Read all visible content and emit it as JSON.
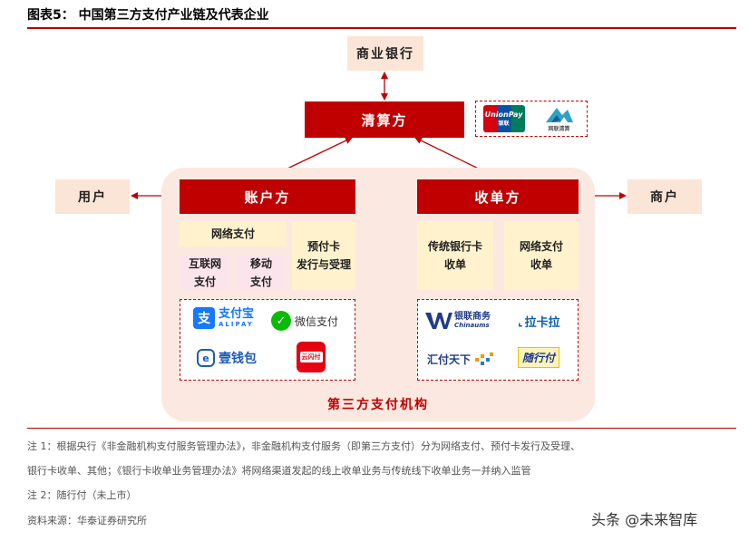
{
  "title": "图表5：  中国第三方支付产业链及代表企业",
  "nodes": {
    "commercial_bank": "商业银行",
    "clearing": "清算方",
    "user": "用户",
    "account_party": "账户方",
    "acquiring_party": "收单方",
    "merchant": "商户",
    "network_payment": "网络支付",
    "internet_payment": "互联网\n支付",
    "mobile_payment": "移动\n支付",
    "prepaid_card": "预付卡\n发行与受理",
    "traditional_bank_acq": "传统银行卡\n收单",
    "network_payment_acq": "网络支付\n收单",
    "third_party_org": "第三方支付机构"
  },
  "logos": {
    "unionpay_en": "UnionPay",
    "unionpay_cn": "银联",
    "netsunion_cn": "网联清算",
    "alipay_cn": "支付宝",
    "alipay_en": "ALIPAY",
    "wechat_pay": "微信支付",
    "yiqianbao": "壹钱包",
    "yunshanfu": "云闪付",
    "chinaums_cn": "银联商务",
    "chinaums_en": "Chinaums",
    "lakala": "拉卡拉",
    "huifutianxia": "汇付天下",
    "suixingfu": "随行付"
  },
  "notes": {
    "note1_line1": "注 1：根据央行《非金融机构支付服务管理办法》，非金融机构支付服务（即第三方支付）分为网络支付、预付卡发行及受理、",
    "note1_line2": "银行卡收单、其他；《银行卡收单业务管理办法》将网络渠道发起的线上收单业务与传统线下收单业务一并纳入监管",
    "note2": "注 2：随行付（未上市）",
    "source": "资料来源：华泰证券研究所"
  },
  "watermark": "头条 @未来智库",
  "colors": {
    "primary_red": "#c00000",
    "peach": "#fbe5d6",
    "yellow": "#fff2cc",
    "pink": "#fce4ec"
  }
}
